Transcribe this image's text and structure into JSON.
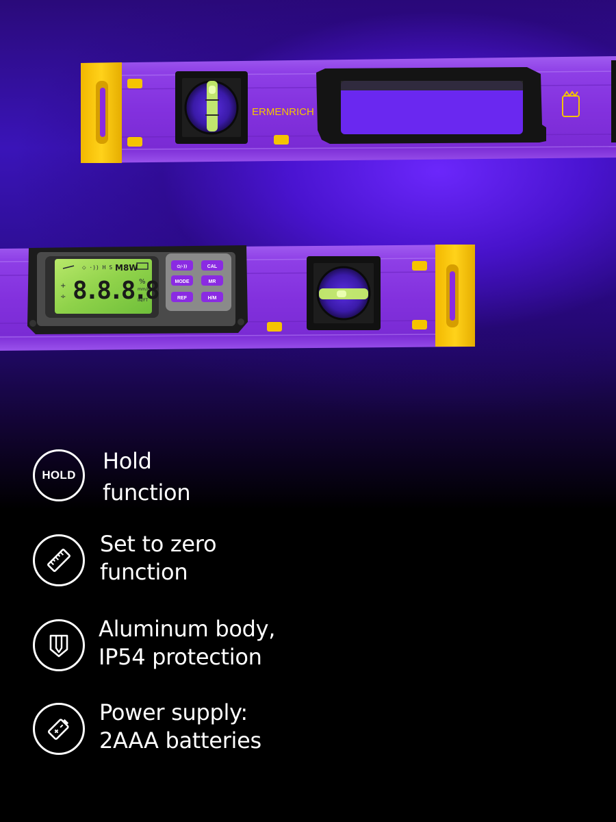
{
  "product": {
    "brand_label": "ERMENRICH",
    "lcd": {
      "top_row": "M8W",
      "digits": "8.8.8.8",
      "units_top": "%",
      "units_mid": "mm/m",
      "units_bot": "IN/FT"
    },
    "keypad": {
      "power": "⏻/·))",
      "cal": "CAL",
      "mode": "MODE",
      "mr": "MR",
      "ref": "REF",
      "hm": "H/M"
    },
    "colors": {
      "body": "#8a2be2",
      "end_cap": "#f5c400",
      "housing": "#1a1a1a"
    }
  },
  "features": [
    {
      "icon": "hold-icon",
      "icon_label": "HOLD",
      "line1": "Hold",
      "line2": "function"
    },
    {
      "icon": "ruler-icon",
      "line1": "Set to zero",
      "line2": "function"
    },
    {
      "icon": "shield-icon",
      "line1": "Aluminum body,",
      "line2": "IP54 protection"
    },
    {
      "icon": "battery-icon",
      "line1": "Power supply:",
      "line2": "2AAA batteries"
    }
  ]
}
